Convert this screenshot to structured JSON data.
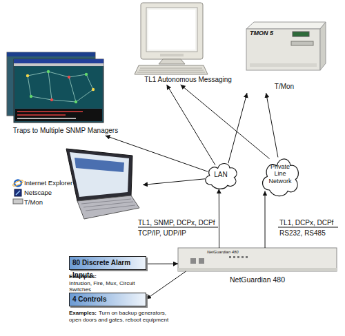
{
  "diagram": {
    "nodes": [
      {
        "text": [
          "TL1 Autonomous Messaging"
        ]
      },
      {
        "text": [
          "T/Mon"
        ]
      },
      {
        "text": [
          "Traps to Multiple SNMP Managers"
        ]
      },
      {
        "text": [
          "Internet Explorer",
          "Netscape",
          "T/Mon"
        ]
      },
      {
        "text": [
          "LAN"
        ]
      },
      {
        "text": [
          "Private Line Network"
        ]
      },
      {
        "text": [
          "NetGuardian 480"
        ]
      },
      {
        "text": [
          "80 Discrete Alarm Inputs",
          "Examples:",
          "Intrusion, Fire, Mux, Circuit Switches"
        ]
      },
      {
        "text": [
          "4 Controls",
          "Examples:",
          "Turn on backup generators, open doors and gates, reboot equipment"
        ]
      }
    ],
    "edges": [
      {
        "from": 6,
        "to": 4,
        "arrow": "to"
      },
      {
        "from": 6,
        "to": 5,
        "arrow": "to"
      },
      {
        "from": 4,
        "to": 2,
        "arrow": "to"
      },
      {
        "from": 4,
        "to": 3,
        "arrow": "to"
      },
      {
        "from": 4,
        "to": 0,
        "arrow": "to"
      },
      {
        "from": 4,
        "to": 1,
        "arrow": "to"
      },
      {
        "from": 5,
        "to": 0,
        "arrow": "to"
      },
      {
        "from": 5,
        "to": 1,
        "arrow": "to"
      },
      {
        "from": 7,
        "to": 6,
        "arrow": "to"
      },
      {
        "from": 6,
        "to": 8,
        "arrow": "to"
      }
    ],
    "labels": [
      "TMON 5",
      "TL1, SNMP, DCPx, DCPf",
      "TCP/IP, UDP/IP",
      "TL1, DCPx, DCPf",
      "RS232, RS485",
      "NetGuardian 480"
    ]
  }
}
